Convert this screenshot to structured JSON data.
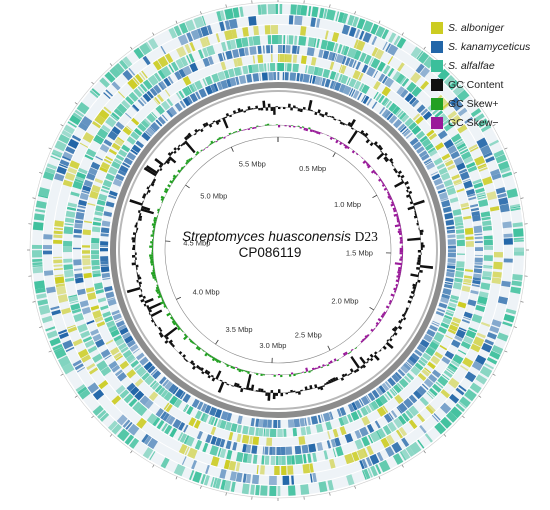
{
  "title": {
    "species": "Streptomyces huasconensis",
    "strain": "D23",
    "accession": "CP086119"
  },
  "legend": [
    {
      "label": "S. alboniger",
      "italic": true,
      "color": "#cccc22"
    },
    {
      "label": "S. kanamyceticus",
      "italic": true,
      "color": "#2266a8"
    },
    {
      "label": "S. alfalfae",
      "italic": true,
      "color": "#3bbf9b"
    },
    {
      "label": "GC Content",
      "italic": false,
      "color": "#111111"
    },
    {
      "label": "GC Skew+",
      "italic": false,
      "color": "#22a022"
    },
    {
      "label": "GC Skew−",
      "italic": false,
      "color": "#9a1a9a"
    }
  ],
  "scale": {
    "genome_size_mbp": 5.9,
    "tick_labels": [
      "0.5 Mbp",
      "1.0 Mbp",
      "1.5 Mbp",
      "2.0 Mbp",
      "2.5 Mbp",
      "3.0 Mbp",
      "3.5 Mbp",
      "4.0 Mbp",
      "4.5 Mbp",
      "5.0 Mbp",
      "5.5 Mbp"
    ],
    "tick_values_mbp": [
      0.5,
      1.0,
      1.5,
      2.0,
      2.5,
      3.0,
      3.5,
      4.0,
      4.5,
      5.0,
      5.5
    ]
  },
  "colors": {
    "alboniger": "#cccc22",
    "kanamyceticus": "#2266a8",
    "alfalfae": "#3bbf9b",
    "backbone": "#8c8c8c",
    "gc_content": "#111111",
    "skew_pos": "#22a022",
    "skew_neg": "#9a1a9a"
  }
}
